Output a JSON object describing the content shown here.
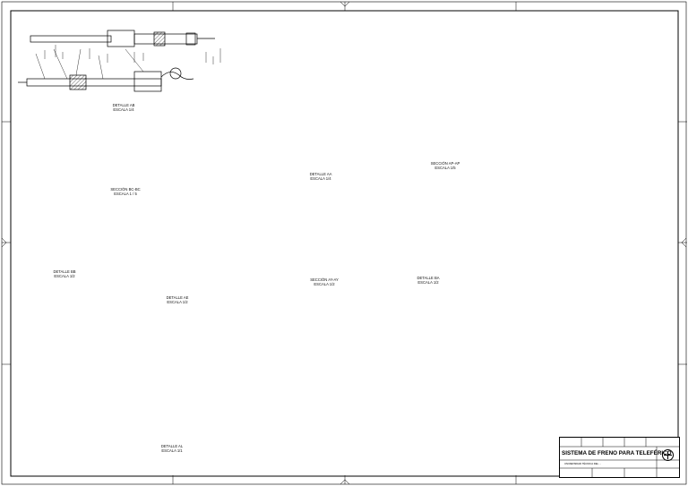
{
  "drawing": {
    "title": "SISTEMA DE FRENO PARA TELEFÉRICO",
    "subtitle": "UNIVERSIDAD TÉCNICA DEL ..."
  },
  "views": {
    "detalle_ab": {
      "name": "DETALLE AB",
      "scale": "ESCALA 1/4"
    },
    "seccion_bc": {
      "name": "SECCIÓN BC-BC",
      "scale": "ESCALA 1 / 5"
    },
    "detalle_aa": {
      "name": "DETALLE AA",
      "scale": "ESCALA 1/4"
    },
    "seccion_ap": {
      "name": "SECCIÓN AP-AP",
      "scale": "ESCALA 1/5"
    },
    "detalle_bb": {
      "name": "DETALLE BB",
      "scale": "ESCALA 1/2"
    },
    "detalle_ae": {
      "name": "DETALLE AE",
      "scale": "ESCALA 1/2"
    },
    "seccion_ay": {
      "name": "SECCIÓN AY-AY",
      "scale": "ESCALA 1/2"
    },
    "detalle_ba": {
      "name": "DETALLE BA",
      "scale": "ESCALA 1/2"
    },
    "detalle_al": {
      "name": "DETALLE AL",
      "scale": "ESCALA 1/1"
    }
  },
  "colors": {
    "line": "#000000",
    "paper": "#ffffff"
  }
}
